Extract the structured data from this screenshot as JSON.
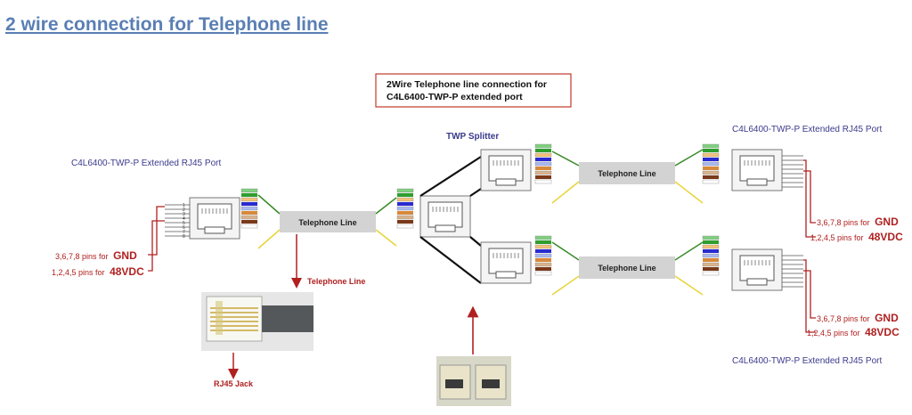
{
  "page": {
    "title": "2 wire connection for Telephone line"
  },
  "diagram": {
    "caption_line1": "2Wire Telephone line connection for",
    "caption_line2": "C4L6400-TWP-P extended port",
    "left_port_label": "C4L6400-TWP-P Extended RJ45 Port",
    "right_top_port_label": "C4L6400-TWP-P Extended RJ45 Port",
    "right_bottom_port_label": "C4L6400-TWP-P Extended RJ45 Port",
    "splitter_label": "TWP Splitter",
    "telephone_line_main": "Telephone Line",
    "telephone_line_top": "Telephone Line",
    "telephone_line_bottom": "Telephone Line",
    "telephone_line_arrow_label": "Telephone Line",
    "rj45_jack_label": "RJ45 Jack",
    "gnd_prefix": "3,6,7,8 pins for",
    "gnd_value": "GND",
    "vdc_prefix": "1,2,4,5 pins for",
    "vdc_value": "48VDC",
    "pin_numbers": [
      "1",
      "2",
      "3",
      "4",
      "5",
      "6",
      "7",
      "8"
    ]
  },
  "colors": {
    "title": "#5a7fb4",
    "port_label": "#3a3a8c",
    "red_annotation": "#b02020",
    "line_box": "#d3d3d3",
    "wire_green": "#3a8a2a",
    "wire_yellow": "#e8d43a",
    "wire_black": "#111111",
    "stripe_white_green": "#7fd07f",
    "stripe_green": "#2f9e2f",
    "stripe_white_orange": "#f2c27a",
    "stripe_blue": "#2a2ad0",
    "stripe_white_blue": "#a9b8f0",
    "stripe_orange": "#d8893a",
    "stripe_white_brown": "#d9b38c",
    "stripe_brown": "#7a3a1a"
  }
}
